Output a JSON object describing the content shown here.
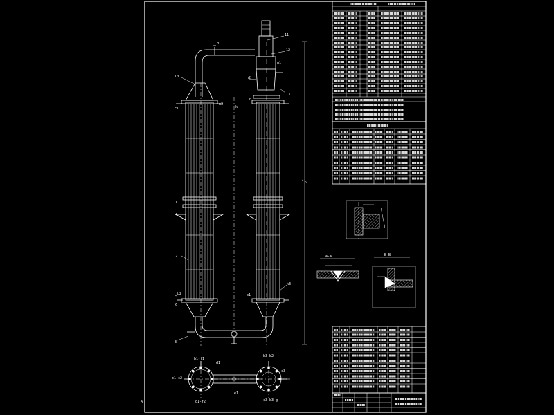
{
  "sheet": {
    "corner_mark": "A"
  },
  "callouts": {
    "c1": "11",
    "c2": "12",
    "c3": "13",
    "c4": "10",
    "c5": "d",
    "c6": "n1",
    "c7": "n2",
    "c8": "n3",
    "c9": "k",
    "c10": "c1",
    "c11": "n",
    "c12": "1",
    "c13": "2",
    "c14": "3",
    "c15": "4",
    "c16": "5",
    "c17": "6",
    "c18": "k3",
    "c19": "b1",
    "c20": "b2"
  },
  "plan_labels": {
    "p1": "b1-f1",
    "p2": "d1",
    "p3": "b3-b2",
    "p4": "c1-c2",
    "p5": "c3-b3-g",
    "p6": "d1-f2",
    "p7": "e1",
    "p8": "c3"
  },
  "detail_titles": {
    "d1": "A-A",
    "d2": "B-B"
  }
}
